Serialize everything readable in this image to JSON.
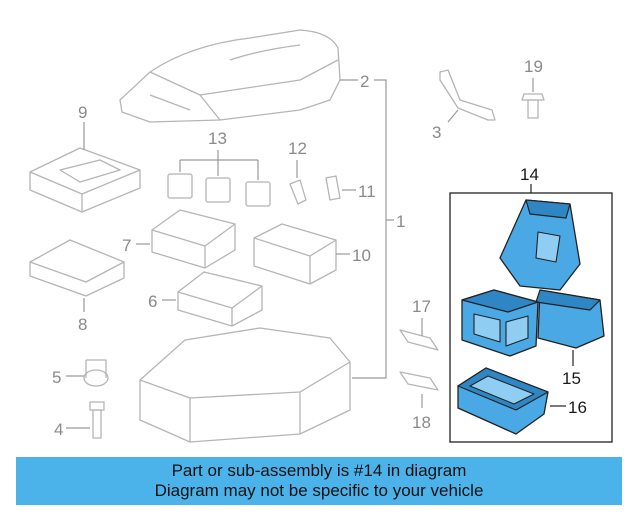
{
  "callouts": {
    "c1": "1",
    "c2": "2",
    "c3": "3",
    "c4": "4",
    "c5": "5",
    "c6": "6",
    "c7": "7",
    "c8": "8",
    "c9": "9",
    "c10": "10",
    "c11": "11",
    "c12": "12",
    "c13": "13",
    "c14": "14",
    "c15": "15",
    "c16": "16",
    "c17": "17",
    "c18": "18",
    "c19": "19"
  },
  "banner": {
    "line1": "Part or sub-assembly is #14 in diagram",
    "line2": "Diagram may not be specific to your vehicle"
  },
  "colors": {
    "highlight": "#4aa8e4",
    "banner": "#4cb3ea",
    "line_art": "#b5b5b5"
  }
}
